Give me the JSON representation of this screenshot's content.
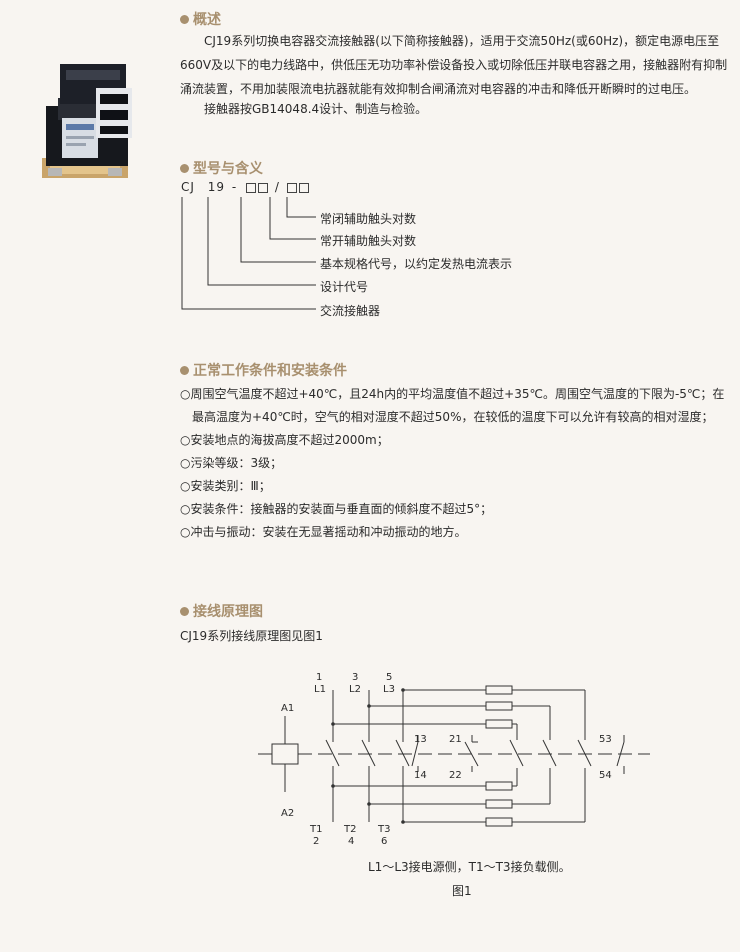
{
  "overview": {
    "title": "概述",
    "p1": "CJ19系列切换电容器交流接触器(以下简称接触器)，适用于交流50Hz(或60Hz)，额定电源电压至660V及以下的电力线路中，供低压无功功率补偿设备投入或切除低压并联电容器之用，接触器附有抑制涌流装置，不用加装限流电抗器就能有效抑制合闸涌流对电容器的冲击和降低开断瞬时的过电压。",
    "p2": "接触器按GB14048.4设计、制造与检验。"
  },
  "model": {
    "title": "型号与含义",
    "code_cj": "CJ",
    "code_19": "19",
    "code_dash": "-",
    "code_slash": "/",
    "labels": [
      "常闭辅助触头对数",
      "常开辅助触头对数",
      "基本规格代号，以约定发热电流表示",
      "设计代号",
      "交流接触器"
    ]
  },
  "conditions": {
    "title": "正常工作条件和安装条件",
    "items": [
      "○周围空气温度不超过+40℃，且24h内的平均温度值不超过+35℃。周围空气温度的下限为-5℃；在",
      "最高温度为+40℃时，空气的相对湿度不超过50%，在较低的温度下可以允许有较高的相对湿度；",
      "○安装地点的海拔高度不超过2000m；",
      "○污染等级：3级；",
      "○安装类别：Ⅲ；",
      "○安装条件：接触器的安装面与垂直面的倾斜度不超过5°；",
      "○冲击与振动：安装在无显著摇动和冲动振动的地方。"
    ]
  },
  "wiring": {
    "title": "接线原理图",
    "subtitle": "CJ19系列接线原理图见图1",
    "diagram": {
      "top_nums": [
        "1",
        "3",
        "5"
      ],
      "top_lines": [
        "L1",
        "L2",
        "L3"
      ],
      "bottom_lines": [
        "T1",
        "T2",
        "T3"
      ],
      "bottom_nums": [
        "2",
        "4",
        "6"
      ],
      "coil_top": "A1",
      "coil_bottom": "A2",
      "aux_nums": [
        "13",
        "21",
        "14",
        "22",
        "53",
        "54"
      ]
    },
    "caption": "L1～L3接电源侧，T1～T3接负载侧。",
    "figure": "图1"
  },
  "colors": {
    "accent": "#a8906f",
    "background": "#f8f5f1"
  }
}
